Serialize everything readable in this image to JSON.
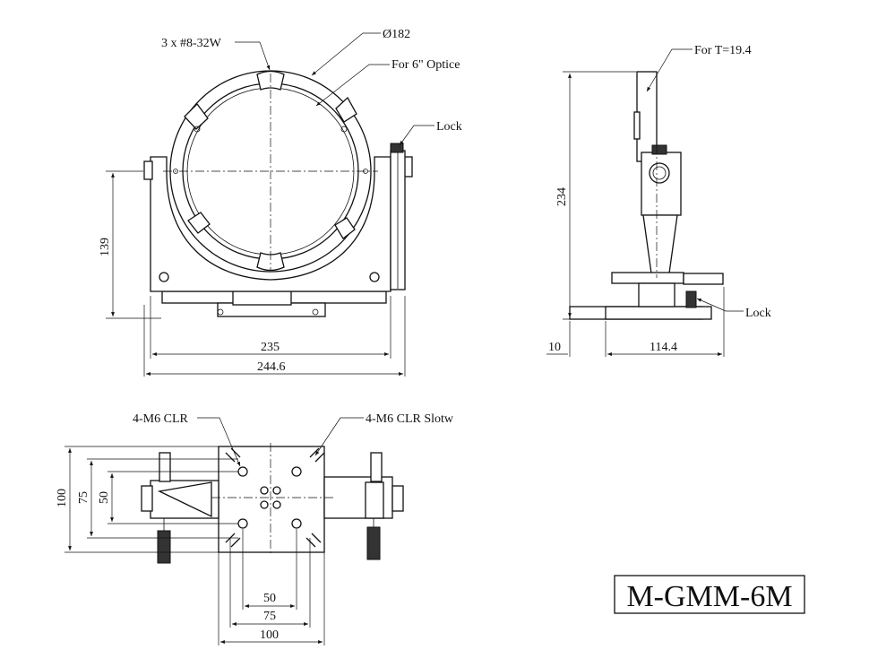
{
  "front_view": {
    "screw_note": "3 x #8-32W",
    "diameter": "Ø182",
    "optic_note": "For 6\" Optice",
    "lock": "Lock",
    "height_139": "139",
    "width_235": "235",
    "width_244": "244.6"
  },
  "side_view": {
    "thickness_note": "For T=19.4",
    "height_234": "234",
    "lock": "Lock",
    "dim_10": "10",
    "dim_114": "114.4"
  },
  "bottom_view": {
    "clr_note": "4-M6 CLR",
    "slot_note": "4-M6 CLR Slotw",
    "dim_100_v": "100",
    "dim_75_v": "75",
    "dim_50_v": "50",
    "dim_50_h": "50",
    "dim_75_h": "75",
    "dim_100_h": "100"
  },
  "model": "M-GMM-6M"
}
